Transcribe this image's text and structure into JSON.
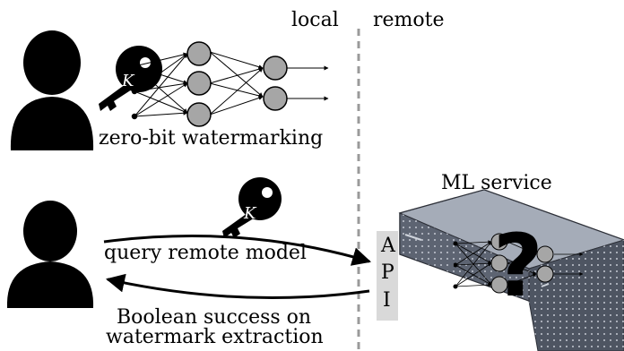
{
  "labels": {
    "local": "local",
    "remote": "remote",
    "zero_bit": "zero-bit watermarking",
    "query": "query remote model",
    "response_line1": "Boolean success on",
    "response_line2": "watermark extraction",
    "ml_service": "ML service",
    "key_symbol": "K",
    "unknown_mark": "?"
  },
  "api_letters": [
    "A",
    "P",
    "I"
  ],
  "icons": [
    "person-icon",
    "key-icon",
    "neural-network-icon",
    "server-icon",
    "question-mark-icon"
  ],
  "colors": {
    "ink": "#000000",
    "neuron_fill": "#a6a6a6",
    "divider": "#9a9a9a",
    "api_box": "#d9d9d9",
    "server_top": "#8f96a3",
    "server_front": "#5d6472"
  }
}
